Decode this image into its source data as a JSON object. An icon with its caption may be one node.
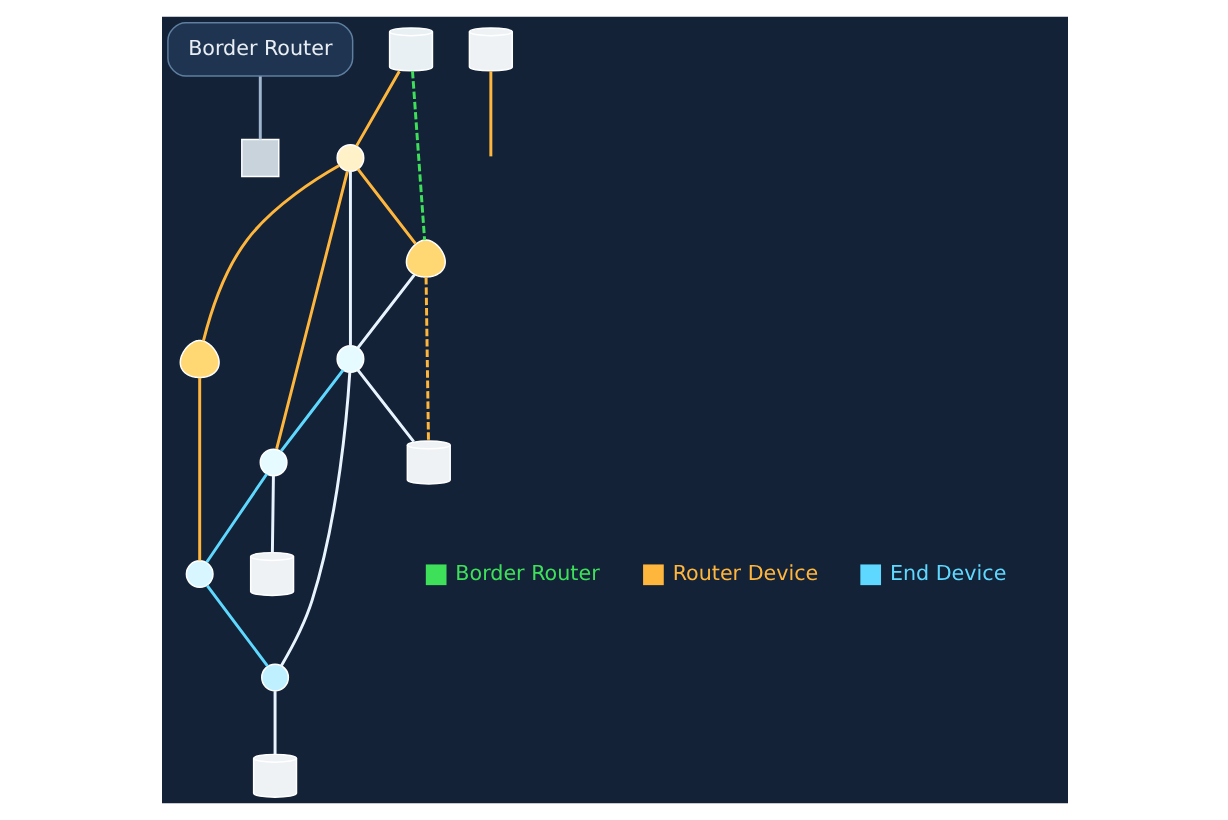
{
  "diagram": {
    "nodes": [
      {
        "text": [
          "Border Router"
        ]
      },
      {
        "text": [],
        "shape": "box"
      },
      {
        "text": [],
        "shape": "cylinder"
      },
      {
        "text": [],
        "shape": "picture"
      },
      {
        "text": [],
        "shape": "circle"
      },
      {
        "text": [],
        "shape": "circle"
      },
      {
        "text": [],
        "shape": "circle"
      },
      {
        "text": [],
        "shape": "picture"
      },
      {
        "text": [],
        "shape": "cylinder"
      },
      {
        "text": [],
        "shape": "cylinder"
      },
      {
        "text": [],
        "shape": "circle"
      },
      {
        "text": [],
        "shape": "circle"
      },
      {
        "text": [],
        "shape": "cylinder"
      },
      {
        "text": [],
        "shape": "cylinder"
      }
    ],
    "edges": [
      {
        "from": 0,
        "to": 1,
        "arrow": "none",
        "color": "#9fb6cc"
      },
      {
        "from": 2,
        "to": 4,
        "arrow": "none",
        "color": "#ffb63c"
      },
      {
        "from": 4,
        "to": 3,
        "arrow": "none",
        "color": "#ffb63c"
      },
      {
        "from": 4,
        "to": 7,
        "arrow": "none",
        "color": "#ffb63c"
      },
      {
        "from": 3,
        "to": 5,
        "arrow": "none",
        "color": "#ffb63c"
      },
      {
        "from": 4,
        "to": 6,
        "arrow": "none",
        "color": "#ffb63c"
      },
      {
        "from": 4,
        "to": 10,
        "arrow": "none",
        "color": "#e8f4ff"
      },
      {
        "from": 7,
        "to": 10,
        "arrow": "none",
        "color": "#e8f4ff"
      },
      {
        "from": 10,
        "to": 13,
        "arrow": "none",
        "color": "#e8f4ff"
      },
      {
        "from": 10,
        "to": 6,
        "arrow": "none",
        "color": "#5fd8ff"
      },
      {
        "from": 6,
        "to": 5,
        "arrow": "none",
        "color": "#5fd8ff"
      },
      {
        "from": 6,
        "to": 8,
        "arrow": "none",
        "color": "#e8f4ff"
      },
      {
        "from": 10,
        "to": 11,
        "arrow": "none",
        "color": "#e8f4ff"
      },
      {
        "from": 5,
        "to": 11,
        "arrow": "none",
        "color": "#5fd8ff"
      },
      {
        "from": 11,
        "to": 12,
        "arrow": "none",
        "color": "#e8f4ff"
      },
      {
        "from": 2,
        "to": 7,
        "arrow": "none",
        "style": "dashed",
        "color": "#3ee05a"
      },
      {
        "from": 7,
        "to": 13,
        "arrow": "none",
        "style": "dashed",
        "color": "#ffb63c"
      },
      {
        "from": 9,
        "to": null,
        "arrow": "none",
        "color": "#ffb63c"
      }
    ],
    "legend": [
      {
        "text": "Border Router",
        "color": "#3ee05a"
      },
      {
        "text": "Router Device",
        "color": "#ffb63c"
      },
      {
        "text": "End Device",
        "color": "#5fd8ff"
      }
    ]
  }
}
